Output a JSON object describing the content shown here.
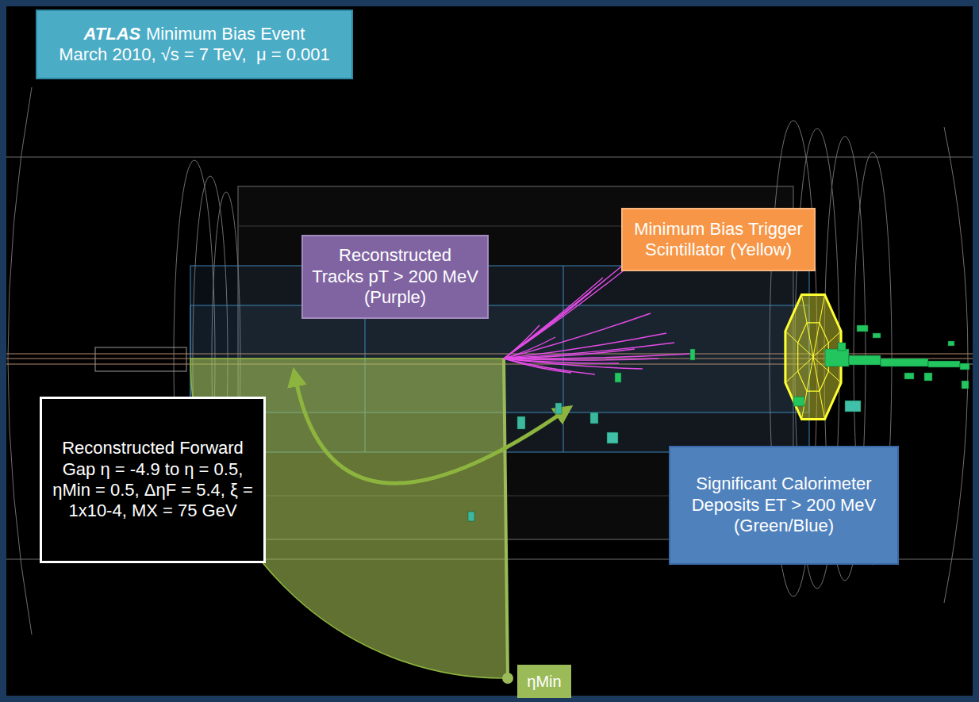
{
  "diagram": {
    "nodes": [
      {
        "text": [
          "ATLAS",
          "Minimum Bias Event",
          "March 2010, √s = 7 TeV,  μ = 0.001"
        ]
      },
      {
        "text": [
          "Minimum Bias Trigger Scintillator (Yellow)"
        ]
      },
      {
        "text": [
          "Reconstructed Tracks pT > 200 MeV (Purple)"
        ]
      },
      {
        "text": [
          "Reconstructed Forward Gap η = -4.9 to η = 0.5, ηMin = 0.5, ΔηF = 5.4, ξ = 1x10-4, MX = 75 GeV"
        ]
      },
      {
        "text": [
          "Significant Calorimeter Deposits ET > 200 MeV (Green/Blue)"
        ]
      },
      {
        "text": [
          "ηMin"
        ]
      }
    ]
  }
}
